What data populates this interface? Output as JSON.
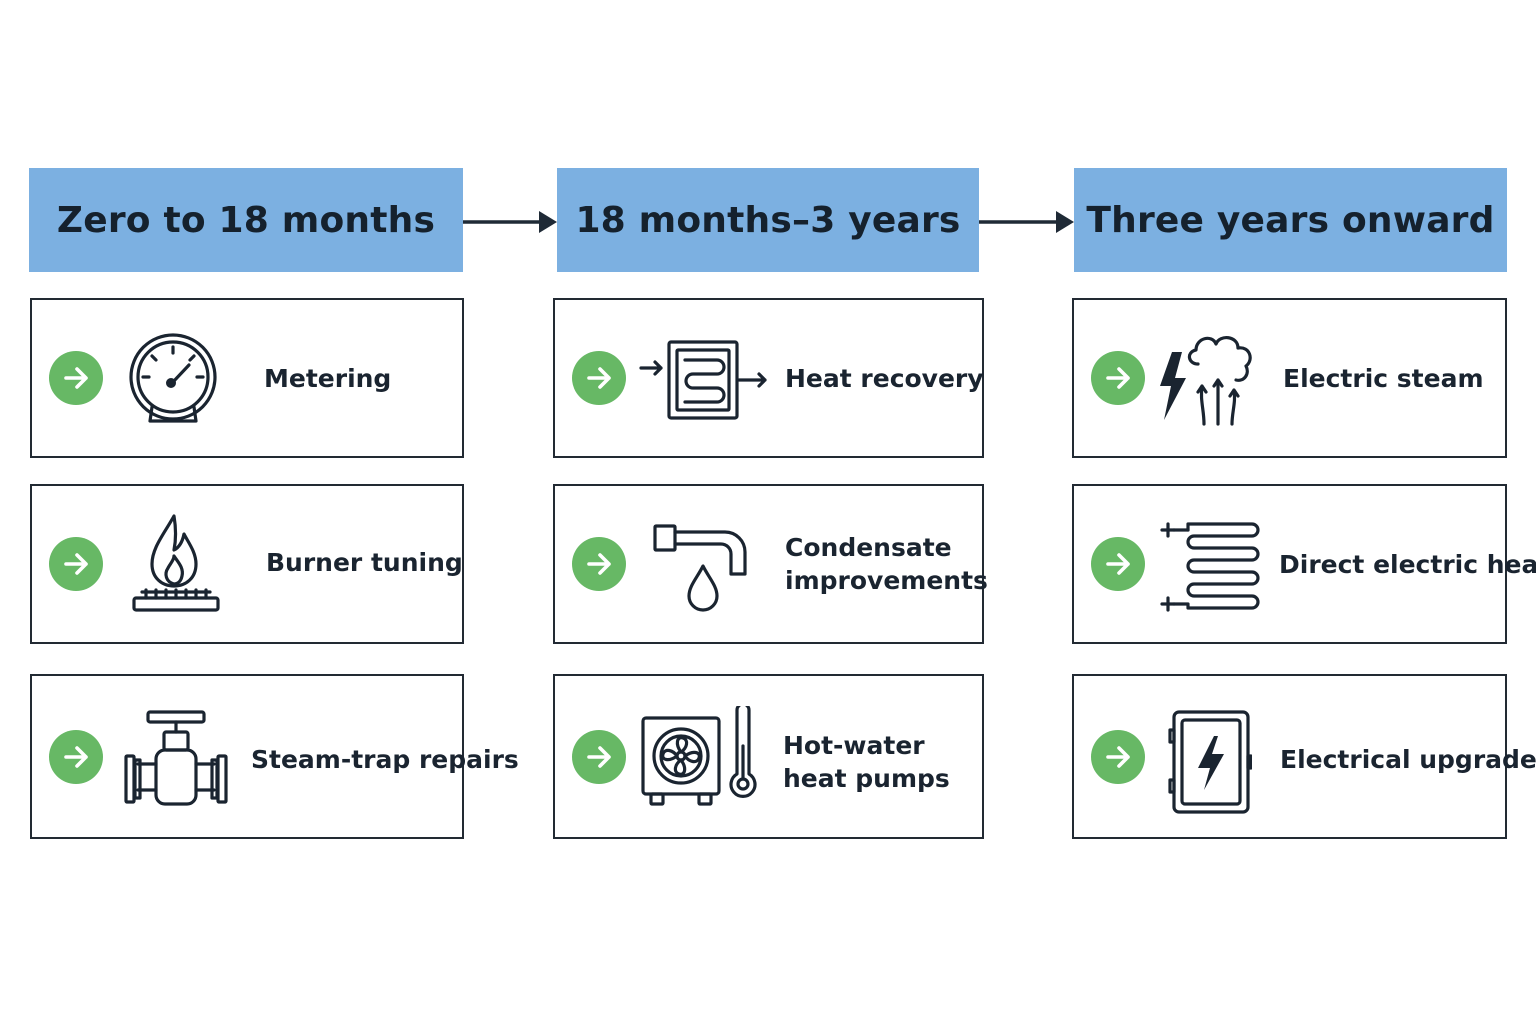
{
  "phases": [
    {
      "title": "Zero to 18 months",
      "items": [
        {
          "label": "Metering",
          "icon": "pressure-gauge-icon"
        },
        {
          "label": "Burner tuning",
          "icon": "gas-burner-flame-icon"
        },
        {
          "label": "Steam-trap repairs",
          "icon": "pipe-valve-icon"
        }
      ]
    },
    {
      "title": "18 months–3 years",
      "items": [
        {
          "label": "Heat recovery",
          "icon": "heat-exchanger-icon"
        },
        {
          "label": "Condensate improvements",
          "line1": "Condensate",
          "line2": "improvements",
          "icon": "faucet-drop-icon"
        },
        {
          "label": "Hot-water heat pumps",
          "line1": "Hot-water",
          "line2": "heat pumps",
          "icon": "heat-pump-thermometer-icon"
        }
      ]
    },
    {
      "title": "Three years onward",
      "items": [
        {
          "label": "Electric steam",
          "icon": "electric-steam-icon"
        },
        {
          "label": "Direct electric heat",
          "icon": "heating-coil-icon"
        },
        {
          "label": "Electrical upgrades",
          "icon": "electrical-panel-icon"
        }
      ]
    }
  ],
  "colors": {
    "header": "#7cb0e1",
    "go_badge": "#67b865",
    "outline": "#222a33",
    "text": "#1a2430"
  }
}
